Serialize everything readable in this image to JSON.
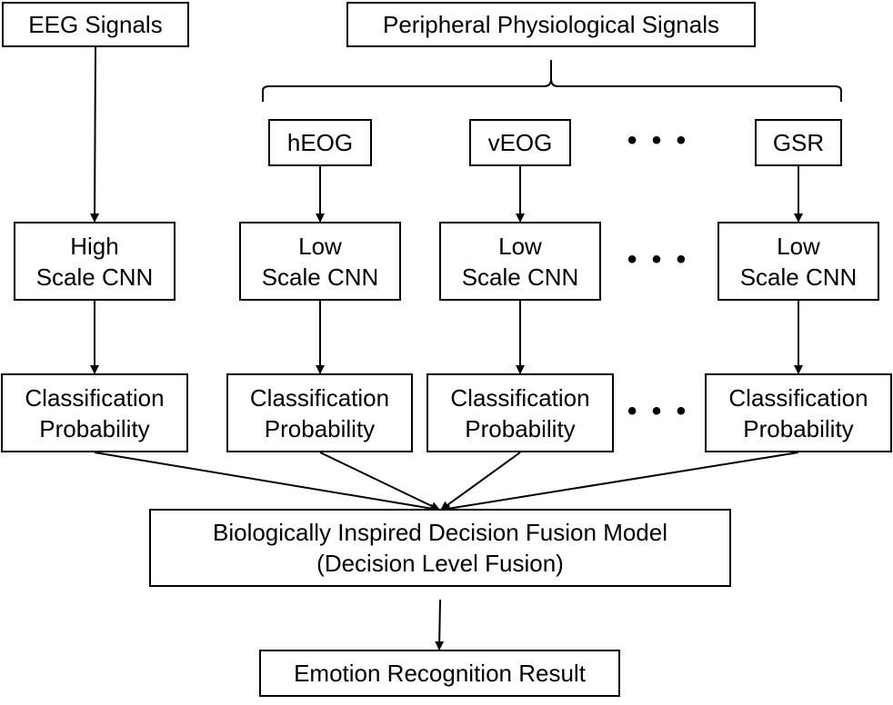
{
  "inputs": {
    "eeg": "EEG Signals",
    "peripheral": "Peripheral Physiological Signals"
  },
  "signals": [
    "hEOG",
    "vEOG",
    "GSR"
  ],
  "cnn": {
    "high": "High\nScale CNN",
    "low": "Low\nScale CNN"
  },
  "classification": "Classification\nProbability",
  "fusion": "Biologically Inspired Decision Fusion Model\n(Decision Level Fusion)",
  "result": "Emotion Recognition Result",
  "ellipsis": "• • •"
}
